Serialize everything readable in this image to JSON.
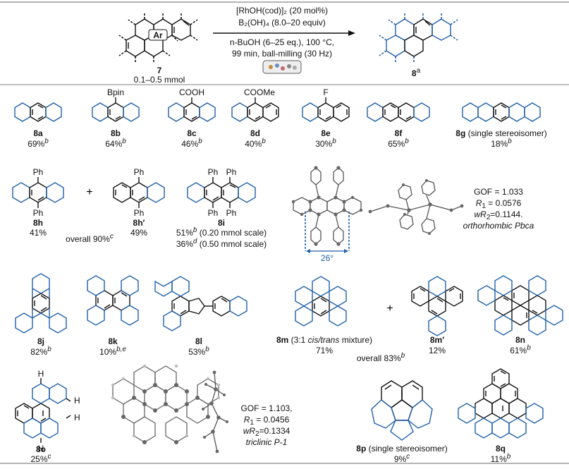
{
  "reaction": {
    "reactant_ring": "Ar",
    "reactant_label": "7",
    "reactant_amount": "0.1–0.5 mmol",
    "conditions": [
      "[RhOH(cod)]₂ (20 mol%)",
      "B₂(OH)₄ (8.0–20 equiv)",
      "n-BuOH (6–25 eq.), 100 °C,",
      "99 min, ball-milling (30 Hz)"
    ],
    "product_label": "8",
    "product_sup": "a",
    "ball_mill_icon": "ball-mill-jar-icon"
  },
  "products": {
    "8a": {
      "label": "8a",
      "yield": "69%",
      "sup": "b"
    },
    "8b": {
      "label": "8b",
      "sub": "Bpin",
      "yield": "64%",
      "sup": "b"
    },
    "8c": {
      "label": "8c",
      "sub": "COOH",
      "yield": "46%",
      "sup": "b"
    },
    "8d": {
      "label": "8d",
      "sub": "COOMe",
      "yield": "40%",
      "sup": "b"
    },
    "8e": {
      "label": "8e",
      "sub": "F",
      "yield": "30%",
      "sup": "b"
    },
    "8f": {
      "label": "8f",
      "yield": "65%",
      "sup": "b"
    },
    "8g": {
      "label": "8g",
      "note": " (single stereoisomer)",
      "yield": "18%",
      "sup": "b"
    },
    "8h": {
      "label": "8h",
      "sub": "Ph",
      "yield": "41%"
    },
    "8h2": {
      "label": "8h′",
      "sub": "Ph",
      "yield": "49%"
    },
    "plus": "+",
    "overall_8h": {
      "text": "overall 90%",
      "sup": "c"
    },
    "8i": {
      "label": "8i",
      "sub": "Ph",
      "yield1": "51%",
      "sup1": "b",
      "scale1": " (0.20 mmol scale)",
      "yield2": "36%",
      "sup2": "d",
      "scale2": " (0.50 mmol scale)"
    },
    "xray1": {
      "angle": "26°",
      "gof": "GOF = 1.033",
      "r1": "0.0576",
      "wr2": "=0.1144.",
      "cell": "orthorhombic  Pbca"
    },
    "8j": {
      "label": "8j",
      "yield": "82%",
      "sup": "b"
    },
    "8k": {
      "label": "8k",
      "yield": "10%",
      "sup": "b,e"
    },
    "8l": {
      "label": "8l",
      "yield": "53%",
      "sup": "b"
    },
    "8m": {
      "label": "8m",
      "note": " (3:1 ",
      "cis": "cis/trans",
      "note2": " mixture)",
      "yield": "71%"
    },
    "8m2": {
      "label": "8m′",
      "yield": "12%"
    },
    "overall_8m": {
      "text": "overall 83%",
      "sup": "b"
    },
    "8n": {
      "label": "8n",
      "yield": "61%",
      "sup": "b"
    },
    "8o": {
      "label": "8o",
      "yield": "25%",
      "sup": "c",
      "h": "H"
    },
    "xray2": {
      "gof": "GOF = 1.103,",
      "r1": "0.0456",
      "wr2": "=0.1334",
      "cell": "triclinic  P-1"
    },
    "8p": {
      "label": "8p",
      "note": " (single stereoisomer)",
      "yield": "9%",
      "sup": "c"
    },
    "8q": {
      "label": "8q",
      "yield": "11%",
      "sup": "b"
    }
  },
  "colors": {
    "saturated_ring": "#1f5fa8",
    "aromatic_ring": "#111111",
    "divider": "#9a9a9a"
  }
}
